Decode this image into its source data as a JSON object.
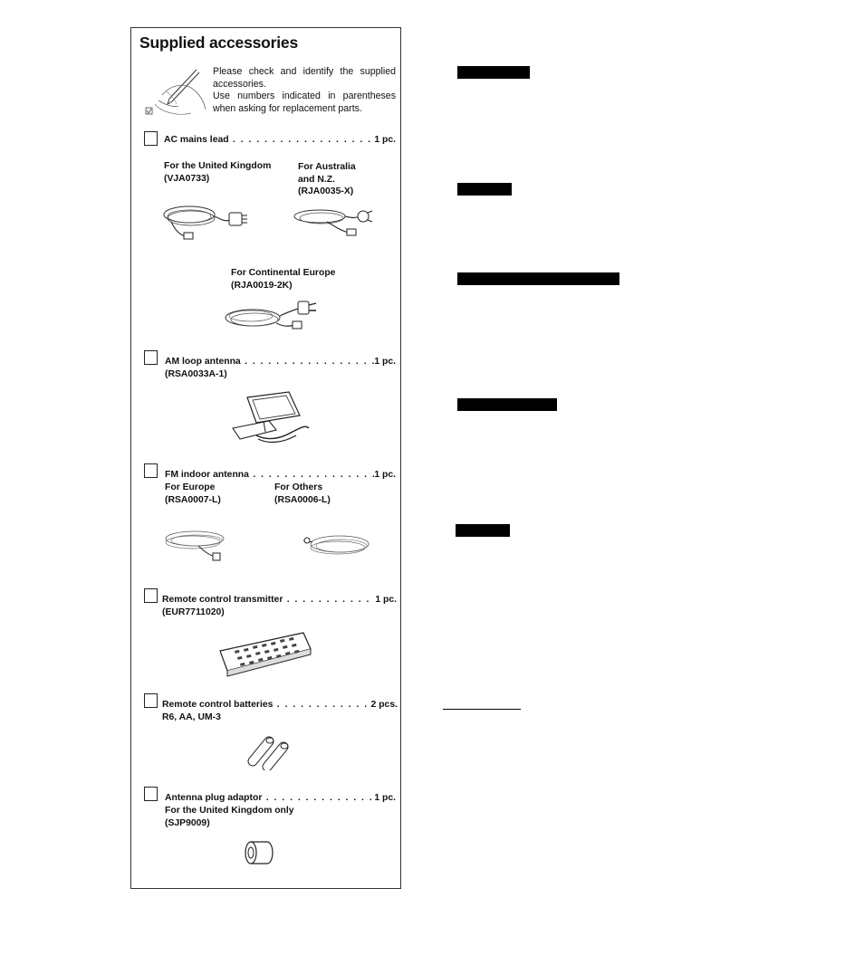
{
  "section": {
    "title": "Supplied accessories",
    "intro": [
      "Please check and identify the supplied accessories.",
      "Use numbers indicated in parentheses when asking for replacement parts."
    ]
  },
  "items": {
    "ac": {
      "name": "AC mains lead",
      "qty": "1 pc.",
      "uk_label": "For the United Kingdom",
      "uk_part": "(VJA0733)",
      "au_label1": "For Australia",
      "au_label2": "and N.Z.",
      "au_part": "(RJA0035-X)",
      "eu_label": "For Continental Europe",
      "eu_part": "(RJA0019-2K)"
    },
    "am": {
      "name": "AM loop antenna",
      "qty": "1 pc.",
      "part": "(RSA0033A-1)"
    },
    "fm": {
      "name": "FM indoor antenna",
      "qty": "1 pc.",
      "eu_label": "For Europe",
      "eu_part": "(RSA0007-L)",
      "oth_label": "For Others",
      "oth_part": "(RSA0006-L)"
    },
    "remote": {
      "name": "Remote control transmitter",
      "qty": "1 pc.",
      "part": "(EUR7711020)"
    },
    "batt": {
      "name": "Remote control batteries",
      "qty": "2 pcs.",
      "spec": "R6, AA, UM-3"
    },
    "plug": {
      "name": "Antenna plug adaptor",
      "qty": "1 pc.",
      "note": "For the United Kingdom only",
      "part": "(SJP9009)"
    }
  }
}
